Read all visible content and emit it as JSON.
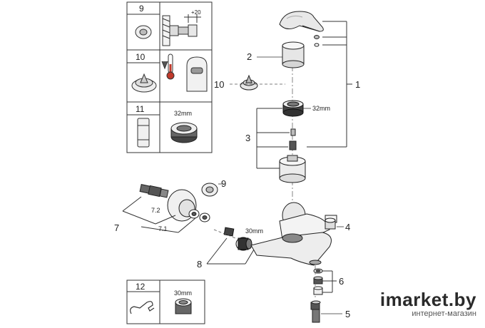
{
  "panels": {
    "p9": {
      "num": "9",
      "dim": "+20"
    },
    "p10": {
      "num": "10"
    },
    "p11": {
      "num": "11",
      "size": "32mm"
    },
    "p12": {
      "num": "12",
      "size": "30mm"
    }
  },
  "callouts": {
    "c1": "1",
    "c2": "2",
    "c3": "3",
    "c4": "4",
    "c5": "5",
    "c6": "6",
    "c7": "7",
    "c71": "7.1",
    "c72": "7.2",
    "c8": "8",
    "c9": "9",
    "c10": "10"
  },
  "dims": {
    "d32": "32mm",
    "d30": "30mm"
  },
  "watermark": {
    "brand": "imarket.by",
    "sub": "интернет-магазин"
  }
}
